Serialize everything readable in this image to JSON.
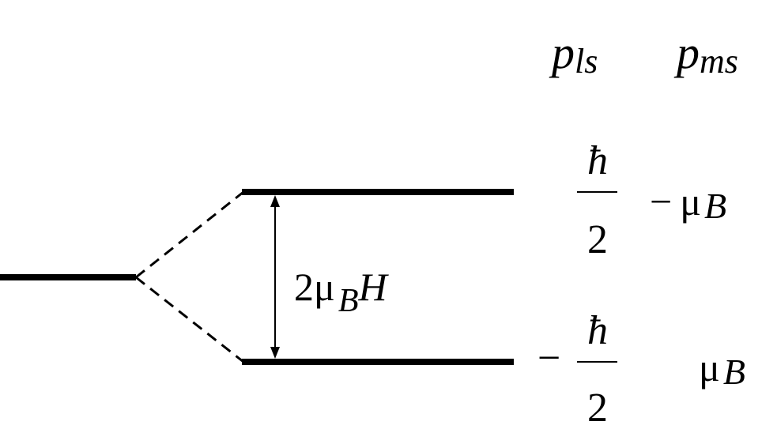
{
  "headers": {
    "col1_symbol": "p",
    "col1_sub": "ls",
    "col2_symbol": "p",
    "col2_sub": "ms"
  },
  "gap_label": {
    "coef": "2",
    "mu": "μ",
    "mu_sub": "B",
    "field": "H"
  },
  "upper_level": {
    "sign": "",
    "numerator": "ħ",
    "denominator": "2",
    "moment_sign": "−",
    "moment_mu": "μ",
    "moment_sub": "B"
  },
  "lower_level": {
    "sign": "−",
    "numerator": "ħ",
    "denominator": "2",
    "moment_sign": "",
    "moment_mu": "μ",
    "moment_sub": "B"
  }
}
